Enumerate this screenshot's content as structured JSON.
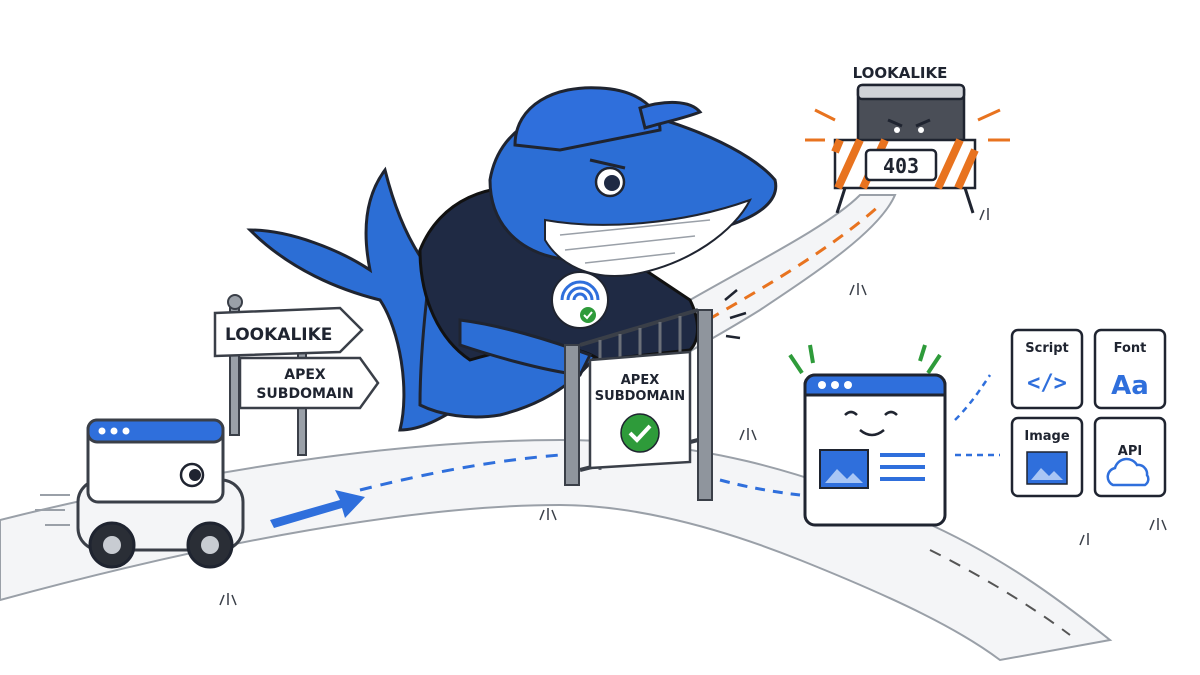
{
  "signpost": {
    "lookalike_label": "LOOKALIKE",
    "apex_line1": "APEX",
    "apex_line2": "SUBDOMAIN"
  },
  "blocked_site": {
    "top_label": "LOOKALIKE",
    "status_code": "403"
  },
  "gate_sign": {
    "line1": "APEX",
    "line2": "SUBDOMAIN"
  },
  "resources": [
    {
      "label": "Script",
      "icon": "code-icon",
      "glyph": "</>"
    },
    {
      "label": "Font",
      "icon": "font-icon",
      "glyph": "Aa"
    },
    {
      "label": "Image",
      "icon": "image-icon"
    },
    {
      "label": "API",
      "icon": "cloud-icon"
    }
  ],
  "colors": {
    "brand_blue": "#2f6fdc",
    "whale_blue": "#2c6ed5",
    "hoodie": "#1f2a44",
    "warning_orange": "#e8731f",
    "success_green": "#2e9b3a",
    "ink": "#1f2430"
  }
}
